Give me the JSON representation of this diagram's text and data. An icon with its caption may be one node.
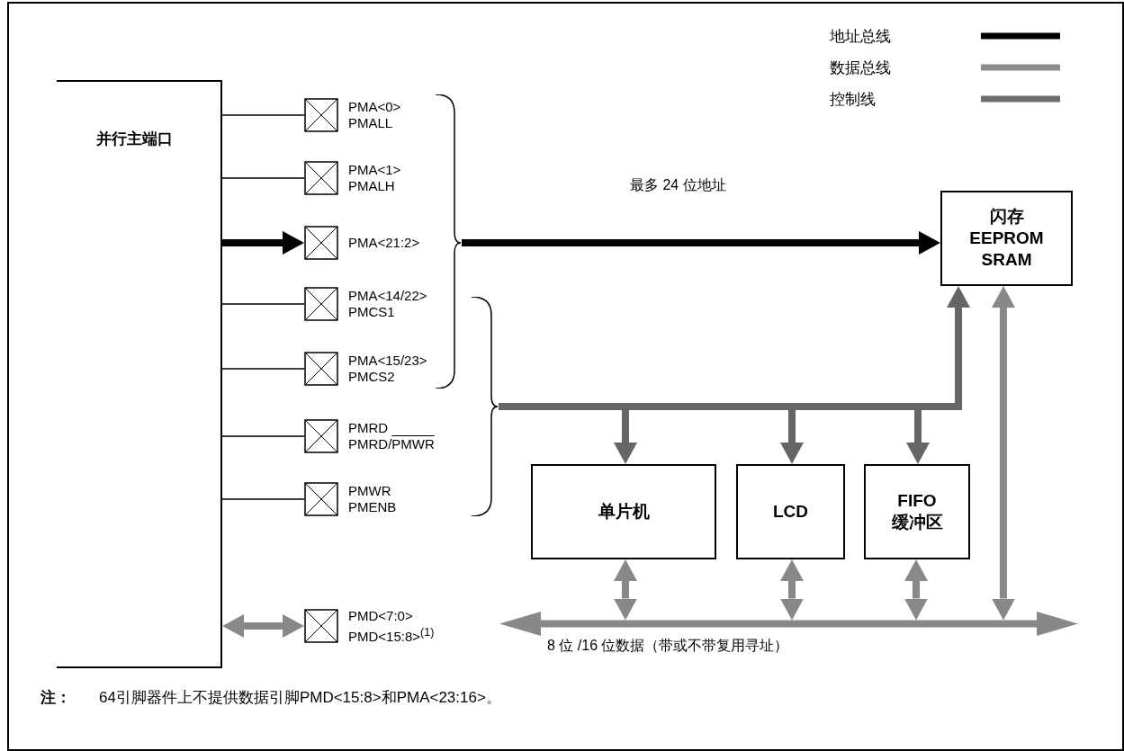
{
  "diagram": {
    "nodes": [
      {
        "text": [
          "并行主端口"
        ]
      },
      {
        "text": [
          "PMA<0>",
          "PMALL"
        ]
      },
      {
        "text": [
          "PMA<1>",
          "PMALH"
        ]
      },
      {
        "text": [
          "PMA<21:2>"
        ]
      },
      {
        "text": [
          "PMA<14/22>",
          "PMCS1"
        ]
      },
      {
        "text": [
          "PMA<15/23>",
          "PMCS2"
        ]
      },
      {
        "text": [
          "PMRD",
          "PMRD/PMWR"
        ]
      },
      {
        "text": [
          "PMWR",
          "PMENB"
        ]
      },
      {
        "text": [
          "PMD<7:0>",
          "PMD<15:8>$^{(1)}$"
        ]
      },
      {
        "text": [
          "闪存 EEPROM SRAM"
        ]
      },
      {
        "text": [
          "单片机"
        ]
      },
      {
        "text": [
          "LCD"
        ]
      },
      {
        "text": [
          "FIFO 缓冲区"
        ]
      },
      {
        "text": [],
        "shape": "bar",
        "beside": [
          "8 位 /16 位数据（带或不带复用寻址）"
        ]
      },
      {
        "text": [],
        "shape": "brace"
      },
      {
        "text": [],
        "shape": "brace"
      }
    ],
    "edges": [
      {
        "from": 0,
        "to": 1,
        "arrow": "none"
      },
      {
        "from": 0,
        "to": 2,
        "arrow": "none"
      },
      {
        "from": 0,
        "to": 3,
        "arrow": "to"
      },
      {
        "from": 0,
        "to": 4,
        "arrow": "none"
      },
      {
        "from": 0,
        "to": 5,
        "arrow": "none"
      },
      {
        "from": 0,
        "to": 6,
        "arrow": "none"
      },
      {
        "from": 0,
        "to": 7,
        "arrow": "none"
      },
      {
        "from": 0,
        "to": 8,
        "arrow": "both",
        "color": "#888888"
      },
      {
        "from": 14,
        "to": 9,
        "arrow": "to",
        "label": "最多 24 位地址"
      },
      {
        "from": 15,
        "to": 10,
        "arrow": "to",
        "color": "#666666"
      },
      {
        "from": 15,
        "to": 11,
        "arrow": "to",
        "color": "#666666"
      },
      {
        "from": 15,
        "to": 12,
        "arrow": "to",
        "color": "#666666"
      },
      {
        "from": 15,
        "to": 9,
        "arrow": "to",
        "color": "#666666"
      },
      {
        "from": 10,
        "to": 13,
        "arrow": "both",
        "color": "#888888"
      },
      {
        "from": 11,
        "to": 13,
        "arrow": "both",
        "color": "#888888"
      },
      {
        "from": 12,
        "to": 13,
        "arrow": "both",
        "color": "#888888"
      },
      {
        "from": 9,
        "to": 13,
        "arrow": "both",
        "color": "#888888"
      }
    ],
    "labels": [
      "注：",
      "64引脚器件上不提供数据引脚PMD<15:8>和PMA<23:16>。"
    ],
    "legend": [
      {
        "text": "地址总线"
      },
      {
        "text": "数据总线"
      },
      {
        "text": "控制线"
      }
    ]
  }
}
